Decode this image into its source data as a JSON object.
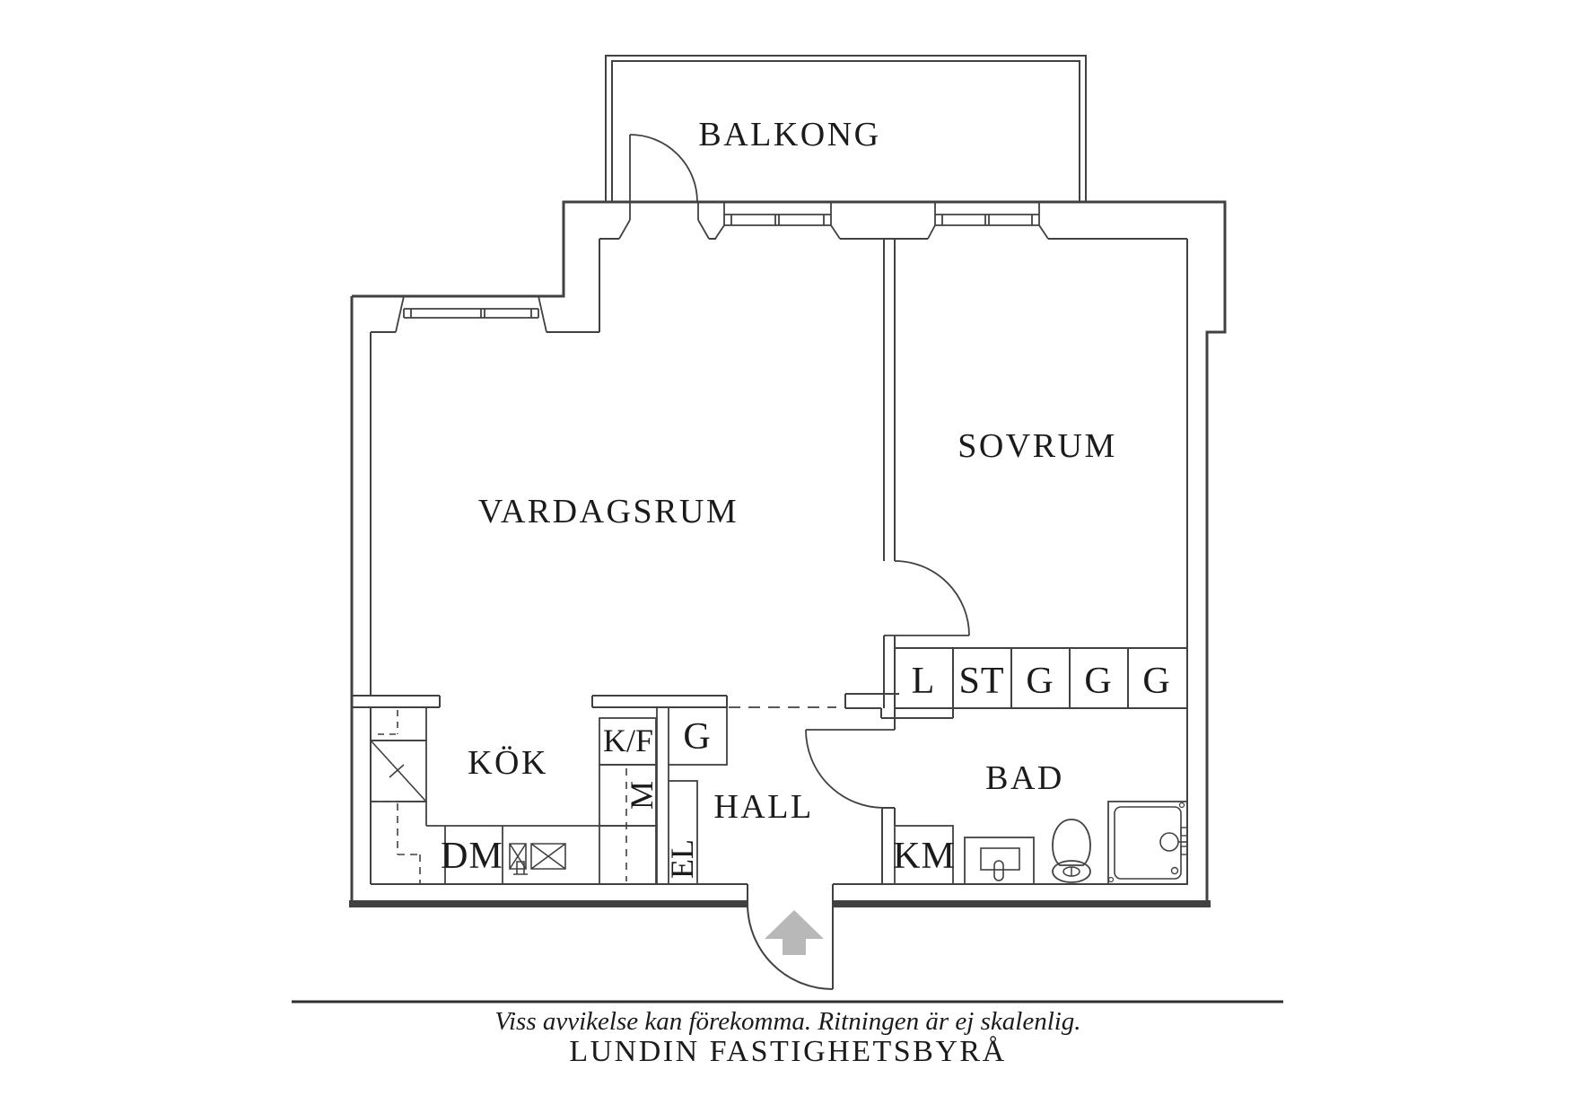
{
  "document": {
    "kind": "apartment floor plan"
  },
  "colors": {
    "line": "#414141",
    "text": "#1b1b1b",
    "arrow": "#b8b8b8",
    "background": "#ffffff"
  },
  "rooms": {
    "balcony": "BALKONG",
    "living_room": "VARDAGSRUM",
    "bedroom": "SOVRUM",
    "kitchen": "KÖK",
    "hall": "HALL",
    "bathroom": "BAD"
  },
  "closets": {
    "cells": [
      "L",
      "ST",
      "G",
      "G",
      "G"
    ]
  },
  "kitchen_labels": {
    "fridge_freezer": "K/F",
    "wardrobe": "G",
    "m_unit": "M",
    "dishwasher": "DM"
  },
  "hall_labels": {
    "electrical_cabinet": "EL"
  },
  "bathroom_labels": {
    "washing_machine": "KM"
  },
  "footer": {
    "disclaimer": "Viss avvikelse kan förekomma. Ritningen är ej skalenlig.",
    "company": "LUNDIN FASTIGHETSBYRÅ"
  }
}
